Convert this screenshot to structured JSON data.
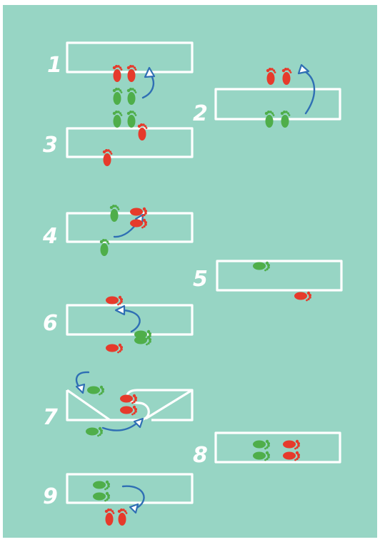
{
  "colors": {
    "background": "#97d5c4",
    "box": "#ffffff",
    "foot_red": "#e63a2b",
    "foot_green": "#4fae4a",
    "arrow": "#2f6fb4"
  },
  "steps": [
    {
      "number": "1"
    },
    {
      "number": "2"
    },
    {
      "number": "3"
    },
    {
      "number": "4"
    },
    {
      "number": "5"
    },
    {
      "number": "6"
    },
    {
      "number": "7"
    },
    {
      "number": "8"
    },
    {
      "number": "9"
    }
  ],
  "footprints": [
    {
      "color": "red",
      "count": 2
    },
    {
      "color": "green",
      "count": 2
    },
    {
      "color": "green",
      "count": 2
    },
    {
      "color": "red",
      "count": 1
    },
    {
      "color": "red",
      "count": 1
    },
    {
      "color": "red",
      "count": 2
    },
    {
      "color": "green",
      "count": 2
    },
    {
      "color": "green",
      "count": 1
    },
    {
      "color": "red",
      "count": 2
    },
    {
      "color": "green",
      "count": 1
    },
    {
      "color": "green",
      "count": 1
    },
    {
      "color": "red",
      "count": 1
    },
    {
      "color": "red",
      "count": 1
    },
    {
      "color": "green",
      "count": 2
    },
    {
      "color": "red",
      "count": 1
    },
    {
      "color": "green",
      "count": 1
    },
    {
      "color": "red",
      "count": 2
    },
    {
      "color": "green",
      "count": 1
    },
    {
      "color": "green",
      "count": 2
    },
    {
      "color": "red",
      "count": 2
    },
    {
      "color": "green",
      "count": 2
    },
    {
      "color": "red",
      "count": 2
    }
  ]
}
